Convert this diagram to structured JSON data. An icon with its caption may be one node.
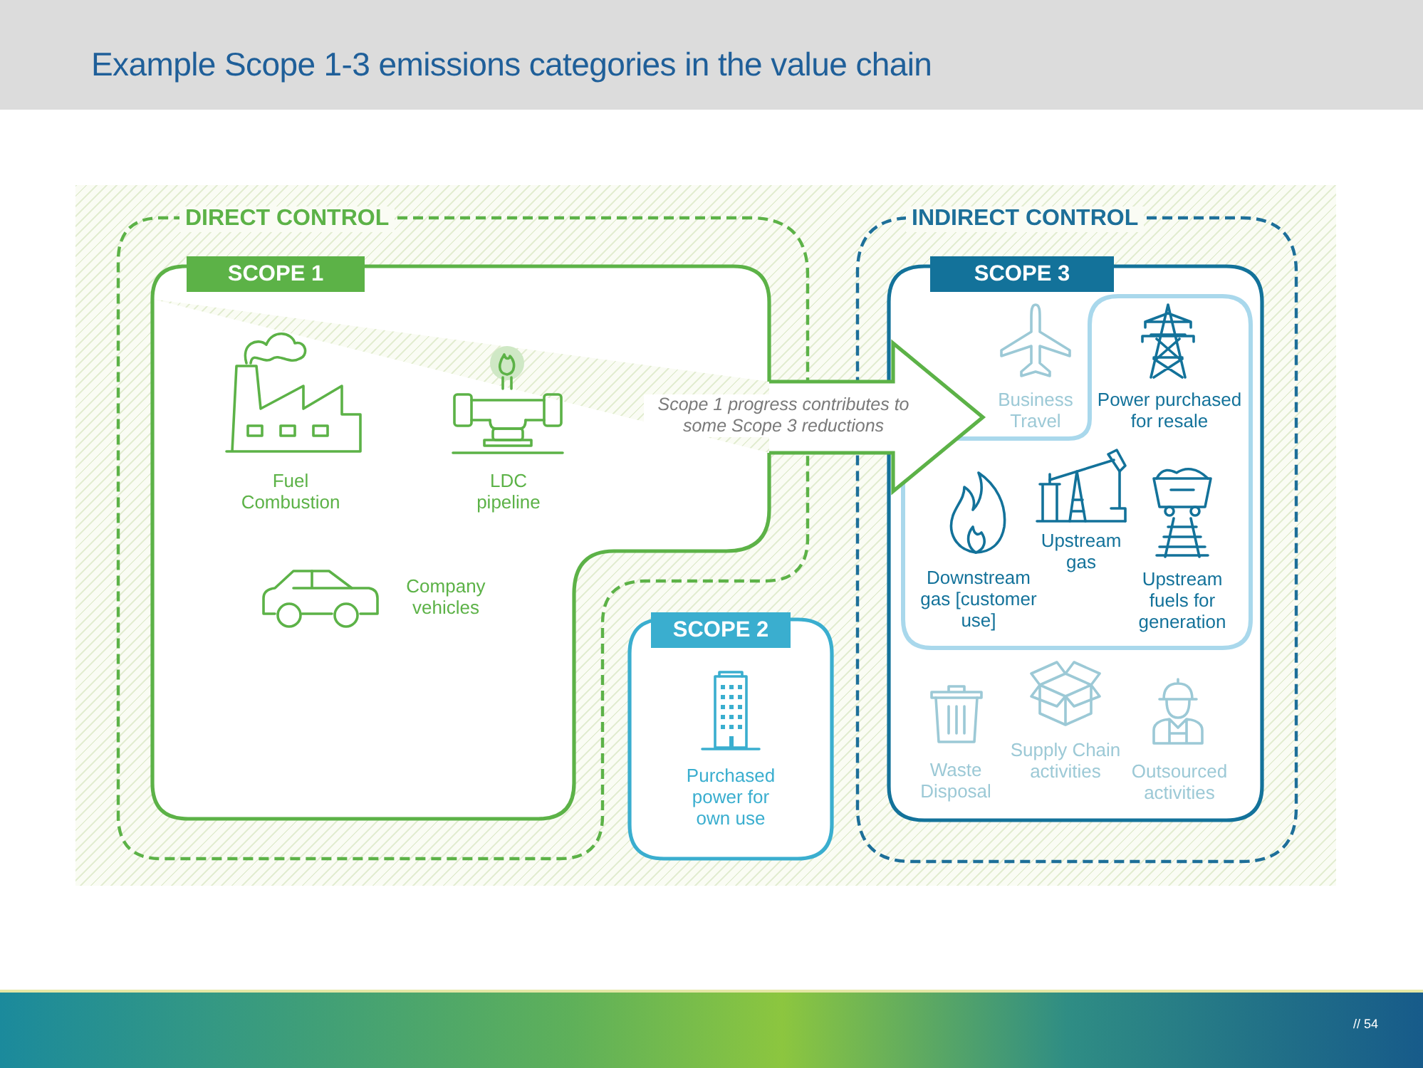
{
  "diagram": {
    "title": "Example Scope 1-3 emissions categories in the value chain",
    "nodes": [
      {
        "text": [
          "DIRECT CONTROL"
        ]
      },
      {
        "text": [
          "SCOPE 1",
          "Fuel Combustion",
          "LDC pipeline",
          "Company vehicles"
        ],
        "in": 0
      },
      {
        "text": [
          "INDIRECT CONTROL"
        ]
      },
      {
        "text": [
          "SCOPE 3",
          "Business Travel",
          "Waste Disposal",
          "Supply Chain activities",
          "Outsourced activities"
        ],
        "in": 2
      },
      {
        "text": [
          "Power purchased for resale",
          "Downstream gas [customer use]",
          "Upstream gas",
          "Upstream fuels for generation"
        ],
        "in": 3
      },
      {
        "text": [
          "SCOPE 2",
          "Purchased power for own use"
        ]
      }
    ],
    "edges": [
      {
        "from": 1,
        "to": 3,
        "arrow": "to",
        "label": "Scope 1 progress contributes to some Scope 3 reductions",
        "style": "thick"
      }
    ],
    "labels": [
      "// 54"
    ]
  }
}
